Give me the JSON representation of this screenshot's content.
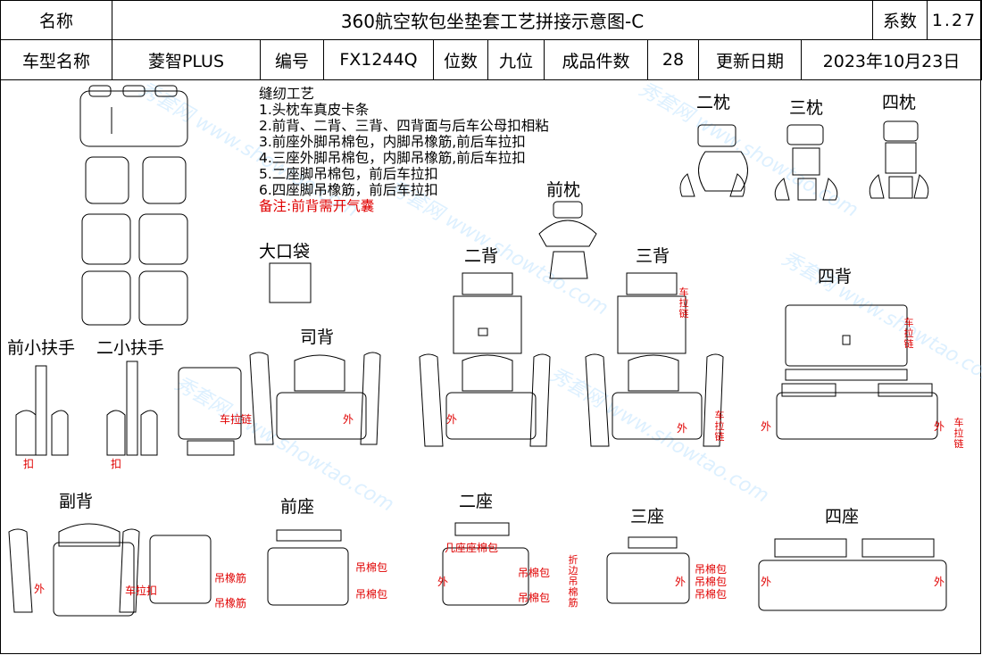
{
  "header": {
    "name_label": "名称",
    "title": "360航空软包坐垫套工艺拼接示意图-C",
    "coef_label": "系数",
    "coef_value": "1.27",
    "model_label": "车型名称",
    "model_value": "菱智PLUS",
    "code_label": "编号",
    "code_value": "FX1244Q",
    "seats_label": "位数",
    "seats_value": "九位",
    "pieces_label": "成品件数",
    "pieces_value": "28",
    "date_label": "更新日期",
    "date_value": "2023年10月23日"
  },
  "notes": {
    "title": "缝纫工艺",
    "items": [
      "1.头枕车真皮卡条",
      "2.前背、二背、三背、四背面与后车公母扣相粘",
      "3.前座外脚吊棉包，内脚吊橡筋,前后车拉扣",
      "4.三座外脚吊棉包，内脚吊橡筋,前后车拉扣",
      "5.二座脚吊棉包，前后车拉扣",
      "6.四座脚吊橡筋，前后车拉扣"
    ],
    "remark": "备注:前背需开气囊"
  },
  "sections": {
    "pillow2": "二枕",
    "pillow3": "三枕",
    "pillow4": "四枕",
    "front_pillow": "前枕",
    "big_pocket": "大口袋",
    "back2": "二背",
    "back3": "三背",
    "back4": "四背",
    "driver_back": "司背",
    "front_armrest": "前小扶手",
    "armrest2": "二小扶手",
    "passenger_back": "副背",
    "front_seat": "前座",
    "seat2": "二座",
    "seat3": "三座",
    "seat4": "四座"
  },
  "annotations": {
    "zipper": "车拉链",
    "zipper_v": "车拉链",
    "outer": "外",
    "buckle": "扣",
    "zipper_buckle": "车拉扣",
    "cotton_bag": "吊棉包",
    "elastic": "吊橡筋",
    "seat_elastic": "吊橡筋",
    "seat2_label": "几座座棉包",
    "fold_label": "折边吊棉筋"
  },
  "watermark": "秀套网 www.showtao.com"
}
